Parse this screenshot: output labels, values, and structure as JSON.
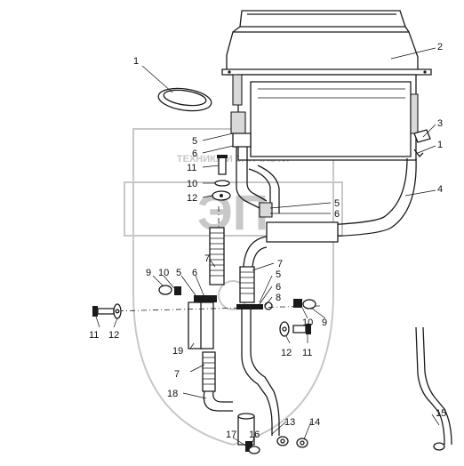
{
  "watermark": {
    "text_top": "ТЕХНИКА И ЗАПЧАСТИ",
    "letters": "ЭП",
    "color": "#c8c8c8"
  },
  "callouts": {
    "c1a": "1",
    "c2": "2",
    "c3": "3",
    "c1b": "1",
    "c4": "4",
    "c5a": "5",
    "c6a": "6",
    "c11a": "11",
    "c10a": "10",
    "c12a": "12",
    "c5b": "5",
    "c6b": "6",
    "c7a": "7",
    "c7b": "7",
    "c9a": "9",
    "c10b": "10",
    "c5c": "5",
    "c6c": "6",
    "c5d": "5",
    "c6d": "6",
    "c8": "8",
    "c11b": "11",
    "c12b": "12",
    "c10c": "10",
    "c9b": "9",
    "c19": "19",
    "c7c": "7",
    "c12c": "12",
    "c11c": "11",
    "c18": "18",
    "c13": "13",
    "c14": "14",
    "c15": "15",
    "c17": "17",
    "c16": "16"
  }
}
